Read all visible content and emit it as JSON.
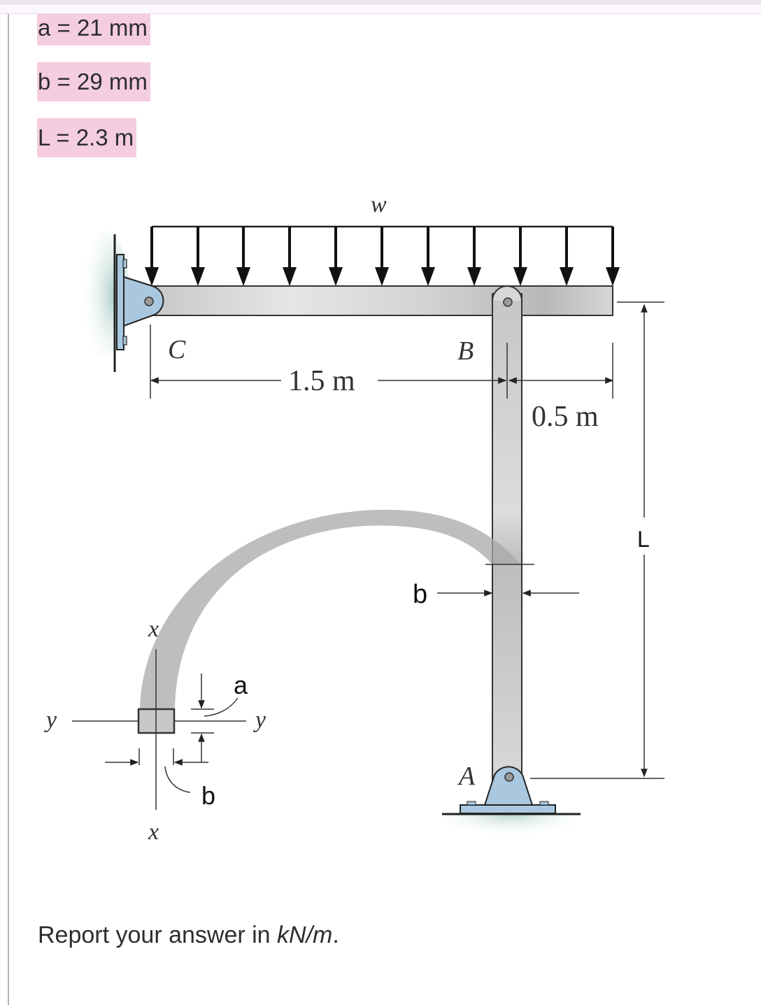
{
  "given": {
    "a": "a = 21 mm",
    "b": "b = 29 mm",
    "L": "L = 2.3 m"
  },
  "diagram": {
    "load_label": "w",
    "point_C": "C",
    "point_B": "B",
    "point_A": "A",
    "dim_CB": "1.5 m",
    "dim_overhang": "0.5 m",
    "dim_column": "L",
    "section_dim_b_column": "b",
    "section_a": "a",
    "section_b": "b",
    "axis_x_top": "x",
    "axis_x_bottom": "x",
    "axis_y_left": "y",
    "axis_y_right": "y",
    "colors": {
      "support_blue": "#a9c8df",
      "wall_teal": "#b9d6d2",
      "member_gray": "#d3d3d3",
      "highlight_pink": "#f4cde0"
    }
  },
  "footer": {
    "prefix": "Report your answer in ",
    "unit": "kN/m",
    "suffix": "."
  }
}
